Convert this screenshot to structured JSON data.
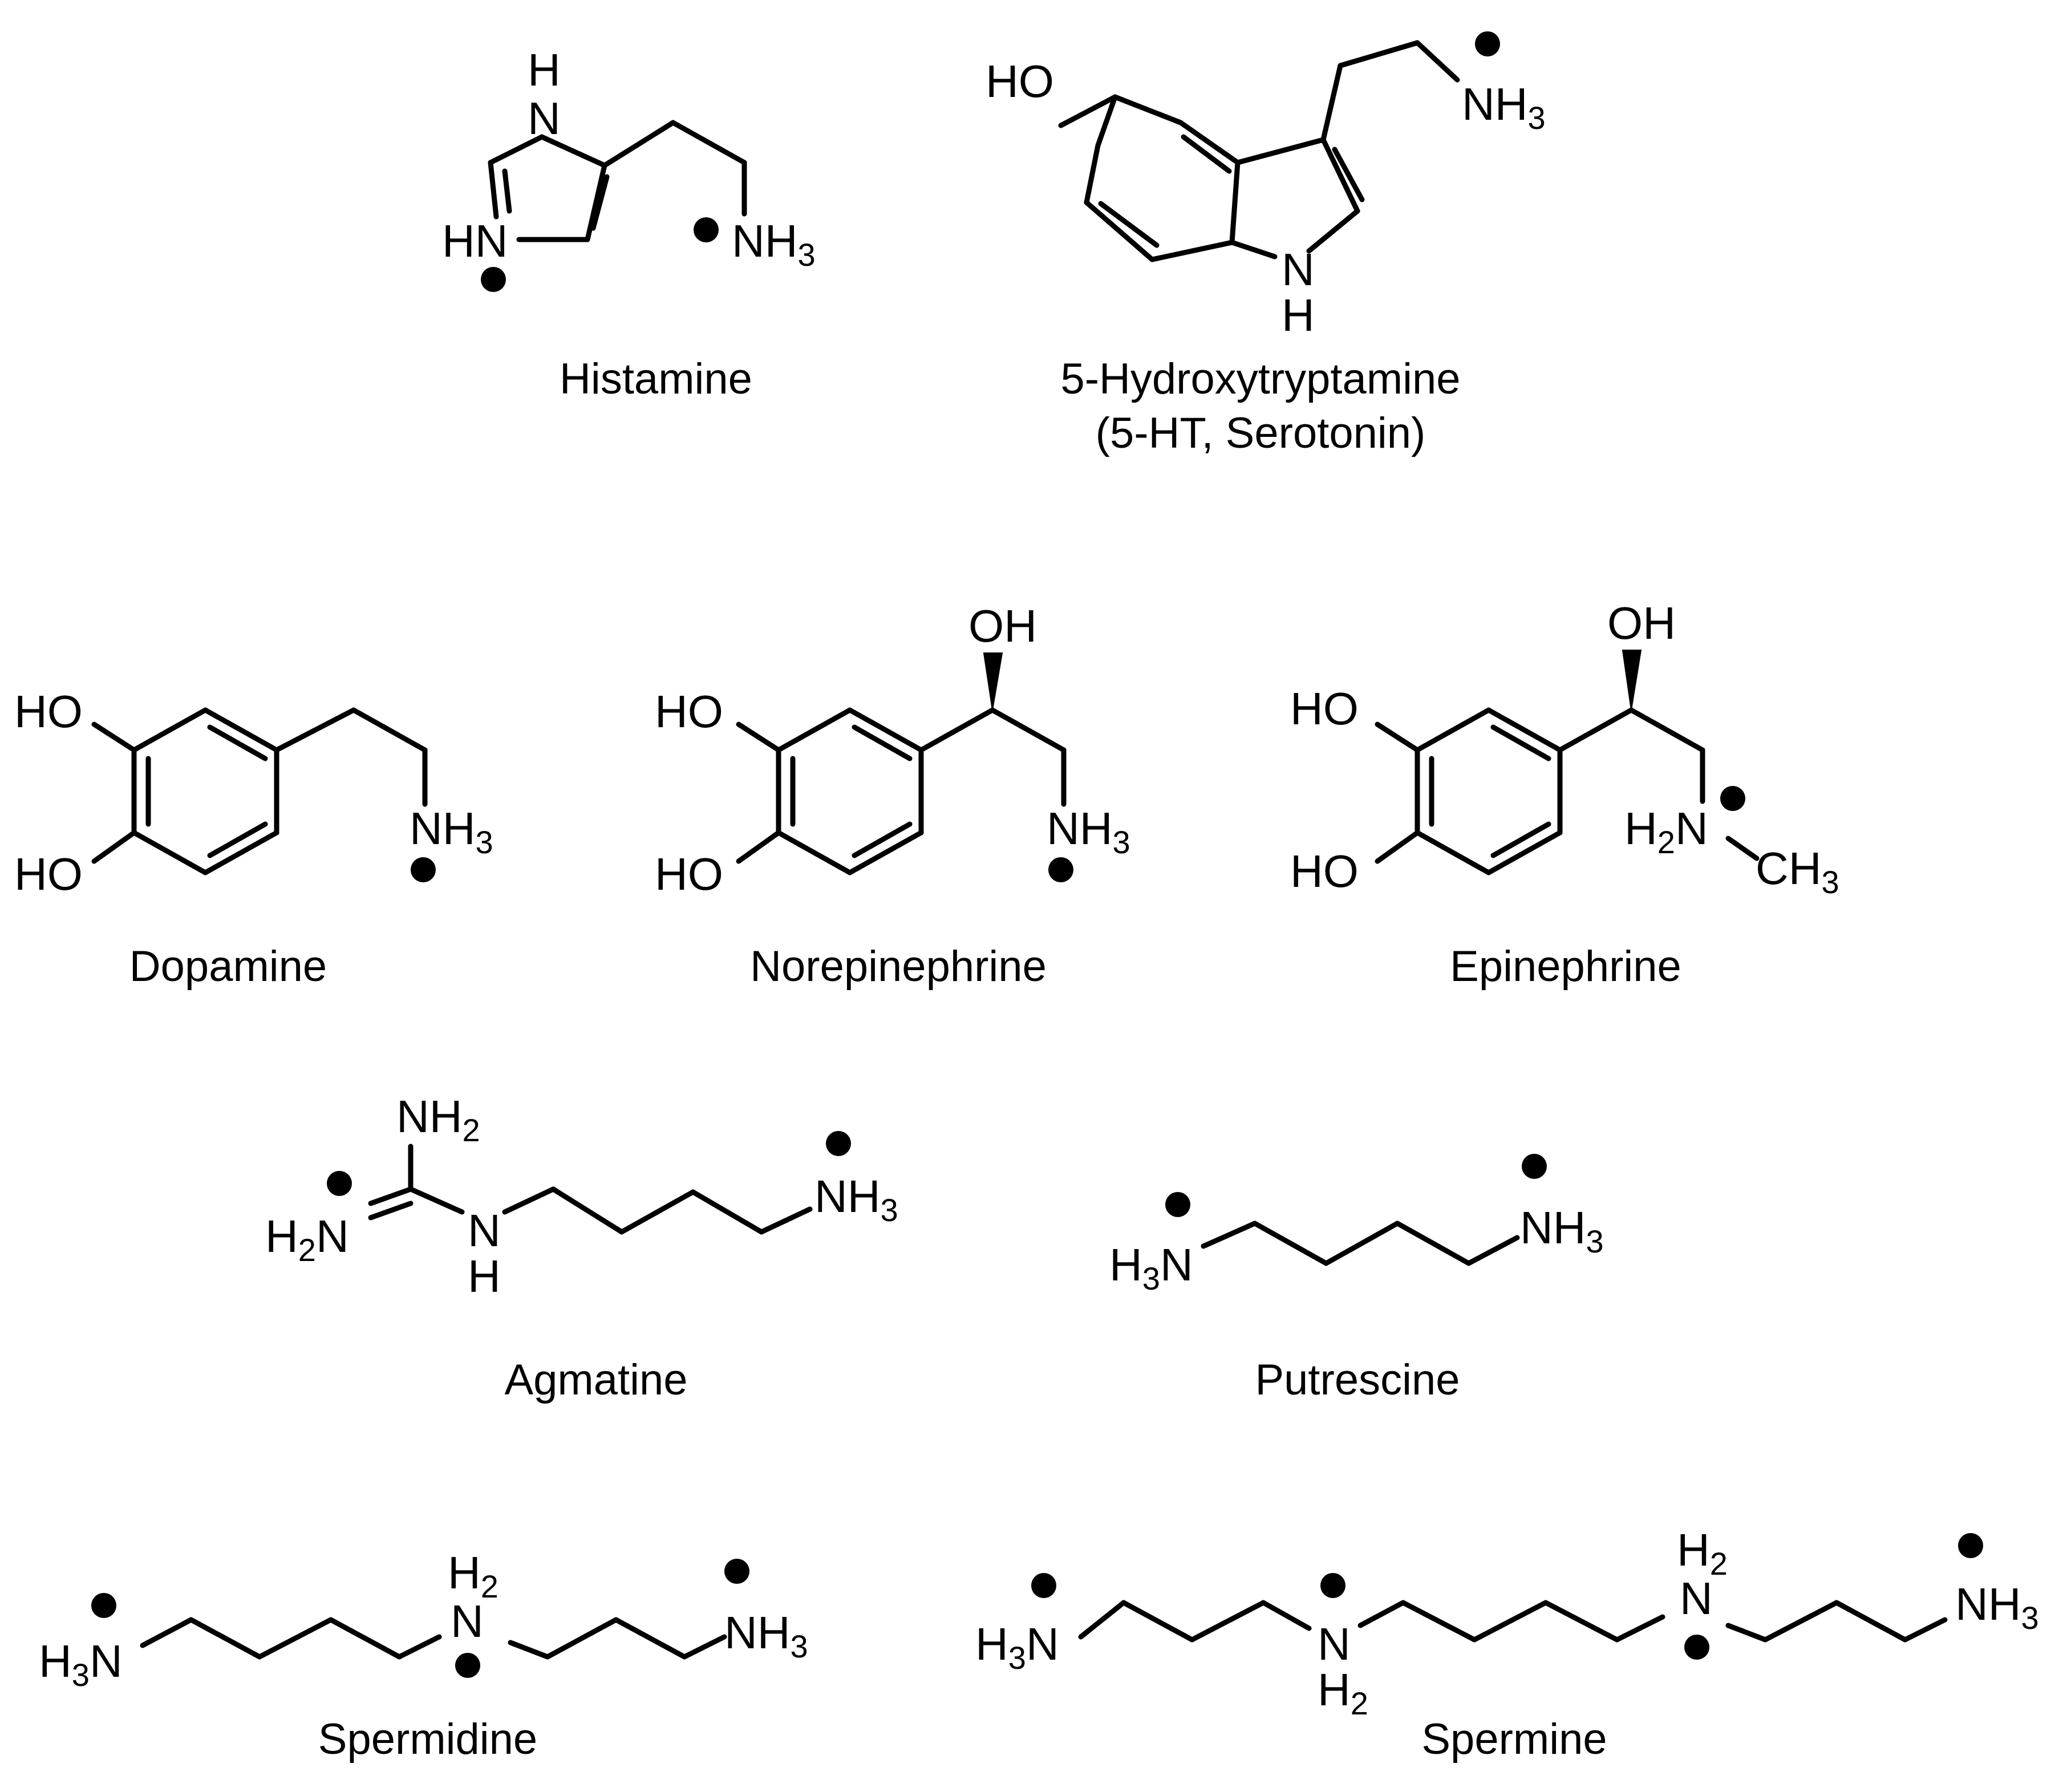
{
  "molecules": {
    "histamine": {
      "name": "Histamine",
      "labels": {
        "nh_top_n": "N",
        "nh_top_h": "H",
        "hn_left": "HN",
        "nh3_n": "NH",
        "nh3_sub": "3"
      }
    },
    "serotonin": {
      "name_line1": "5-Hydroxytryptamine",
      "name_line2": "(5-HT, Serotonin)",
      "labels": {
        "ho": "HO",
        "nh3_n": "NH",
        "nh3_sub": "3",
        "nh_n": "N",
        "nh_h": "H"
      }
    },
    "dopamine": {
      "name": "Dopamine",
      "labels": {
        "ho_top": "HO",
        "ho_bottom": "HO",
        "nh3_n": "NH",
        "nh3_sub": "3"
      }
    },
    "norepinephrine": {
      "name": "Norepinephrine",
      "labels": {
        "oh": "OH",
        "ho_top": "HO",
        "ho_bottom": "HO",
        "nh3_n": "NH",
        "nh3_sub": "3"
      }
    },
    "epinephrine": {
      "name": "Epinephrine",
      "labels": {
        "oh": "OH",
        "ho_top": "HO",
        "ho_bottom": "HO",
        "h2n_h": "H",
        "h2n_sub": "2",
        "h2n_n": "N",
        "ch3_c": "CH",
        "ch3_sub": "3"
      }
    },
    "agmatine": {
      "name": "Agmatine",
      "labels": {
        "nh2_top": "NH",
        "nh2_top_sub": "2",
        "h2n_h": "H",
        "h2n_sub": "2",
        "h2n_n": "N",
        "nh_n": "N",
        "nh_h": "H",
        "nh3_n": "NH",
        "nh3_sub": "3"
      }
    },
    "putrescine": {
      "name": "Putrescine",
      "labels": {
        "h3n_h": "H",
        "h3n_sub": "3",
        "h3n_n": "N",
        "nh3_n": "NH",
        "nh3_sub": "3"
      }
    },
    "spermidine": {
      "name": "Spermidine",
      "labels": {
        "h3n_h": "H",
        "h3n_sub": "3",
        "h3n_n": "N",
        "nh2_h": "H",
        "nh2_sub": "2",
        "nh2_n": "N",
        "nh3_n": "NH",
        "nh3_sub": "3"
      }
    },
    "spermine": {
      "name": "Spermine",
      "labels": {
        "h3n_h": "H",
        "h3n_sub": "3",
        "h3n_n": "N",
        "n1_n": "N",
        "n1_h": "H",
        "n1_sub": "2",
        "n2_h": "H",
        "n2_sub": "2",
        "n2_n": "N",
        "nh3_n": "NH",
        "nh3_sub": "3"
      }
    }
  }
}
